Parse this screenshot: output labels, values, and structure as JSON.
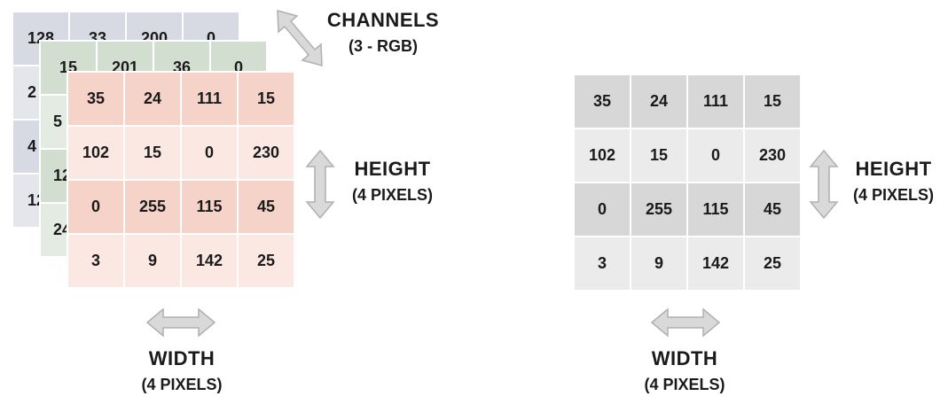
{
  "rgb_image": {
    "channels": [
      {
        "name": "blue",
        "rows": [
          [
            "128",
            "33",
            "200",
            "0"
          ],
          [
            "",
            "",
            "",
            ""
          ],
          [
            "",
            "",
            "",
            ""
          ],
          [
            "",
            "",
            "",
            ""
          ]
        ]
      },
      {
        "name": "green",
        "rows": [
          [
            "15",
            "201",
            "36",
            "0"
          ],
          [
            "",
            "",
            "",
            ""
          ],
          [
            "",
            "",
            "",
            ""
          ],
          [
            "",
            "",
            "",
            ""
          ]
        ]
      },
      {
        "name": "red",
        "rows": [
          [
            "35",
            "24",
            "111",
            "15"
          ],
          [
            "102",
            "15",
            "0",
            "230"
          ],
          [
            "0",
            "255",
            "115",
            "45"
          ],
          [
            "3",
            "9",
            "142",
            "25"
          ]
        ]
      }
    ],
    "blue_partial_column": [
      "",
      "2",
      "4",
      "12"
    ],
    "green_partial_column": [
      "",
      "5",
      "12",
      "24"
    ],
    "channels_label": "CHANNELS",
    "channels_sub": "(3 - RGB)",
    "height_label": "HEIGHT",
    "height_sub": "(4 PIXELS)",
    "width_label": "WIDTH",
    "width_sub": "(4 PIXELS)"
  },
  "grayscale_image": {
    "rows": [
      [
        "35",
        "24",
        "111",
        "15"
      ],
      [
        "102",
        "15",
        "0",
        "230"
      ],
      [
        "0",
        "255",
        "115",
        "45"
      ],
      [
        "3",
        "9",
        "142",
        "25"
      ]
    ],
    "height_label": "HEIGHT",
    "height_sub": "(4 PIXELS)",
    "width_label": "WIDTH",
    "width_sub": "(4 PIXELS)"
  },
  "colors": {
    "arrow_fill": "#d9d9d9",
    "arrow_stroke": "#b0b0b0",
    "red_channel": "#f6d3c8",
    "green_channel": "#d2dfd0",
    "blue_channel": "#d7dae2",
    "gray": "#d7d7d7"
  }
}
